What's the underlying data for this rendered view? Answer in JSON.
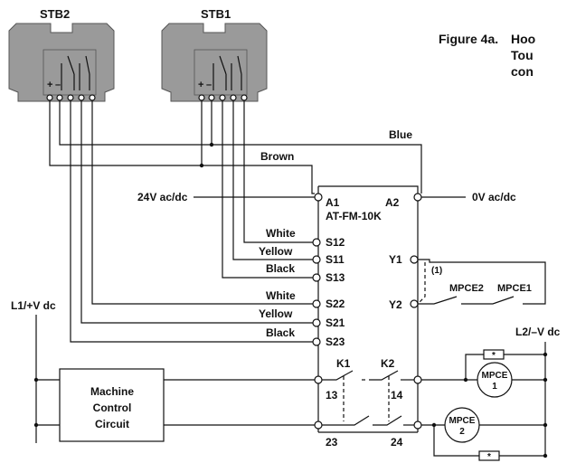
{
  "figure": {
    "number": "Figure 4a.",
    "caption_line1": "Hoo",
    "caption_line2": "Tou",
    "caption_line3": "con"
  },
  "devices": {
    "stb2": {
      "label": "STB2",
      "plus": "+",
      "minus": "–"
    },
    "stb1": {
      "label": "STB1",
      "plus": "+",
      "minus": "–"
    }
  },
  "module": {
    "name": "AT-FM-10K",
    "terminals": {
      "a1": "A1",
      "a2": "A2",
      "s12": "S12",
      "s11": "S11",
      "s13": "S13",
      "s22": "S22",
      "s21": "S21",
      "s23": "S23",
      "y1": "Y1",
      "y2": "Y2",
      "k1": "K1",
      "k2": "K2",
      "t13": "13",
      "t14": "14",
      "t23": "23",
      "t24": "24"
    }
  },
  "wires": {
    "blue": "Blue",
    "brown": "Brown",
    "white1": "White",
    "yellow1": "Yellow",
    "black1": "Black",
    "white2": "White",
    "yellow2": "Yellow",
    "black2": "Black"
  },
  "power": {
    "supply_pos": "24V ac/dc",
    "supply_neg": "0V ac/dc",
    "l1": "L1/+V dc",
    "l2": "L2/–V dc"
  },
  "control": {
    "line1": "Machine",
    "line2": "Control",
    "line3": "Circuit"
  },
  "mpce": {
    "contact1": "MPCE2",
    "contact2": "MPCE1",
    "coil1_name": "MPCE",
    "coil1_num": "1",
    "coil2_name": "MPCE",
    "coil2_num": "2",
    "note_marker": "(1)",
    "suppressor": "*"
  }
}
